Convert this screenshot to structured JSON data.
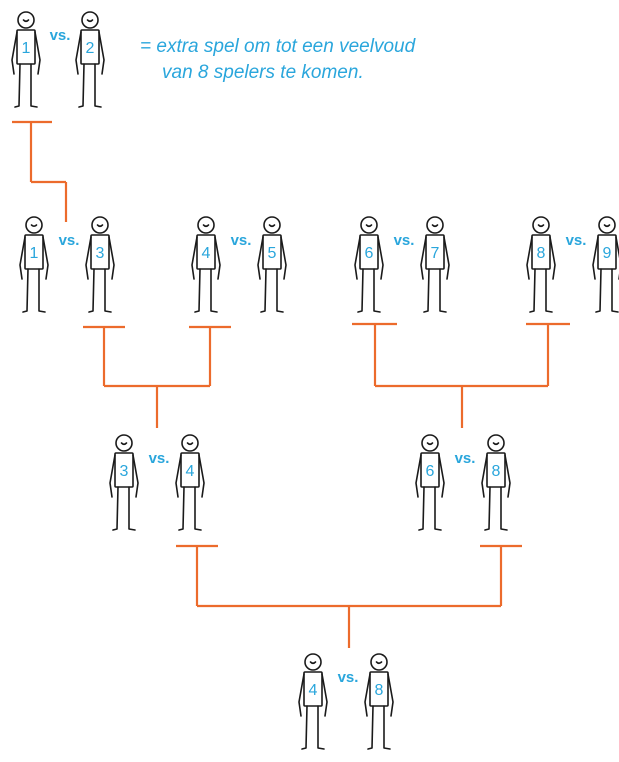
{
  "colors": {
    "bracket": "#ec6b2c",
    "label": "#2aa6dc",
    "ink": "#1a1a1a"
  },
  "vs_label": "vs.",
  "note": {
    "line1": "= extra spel om tot een veelvoud",
    "line2": "van 8 spelers te komen."
  },
  "matches": [
    {
      "round": "extra",
      "players": [
        "1",
        "2"
      ]
    },
    {
      "round": "round1",
      "players": [
        "1",
        "3"
      ]
    },
    {
      "round": "round1",
      "players": [
        "4",
        "5"
      ]
    },
    {
      "round": "round1",
      "players": [
        "6",
        "7"
      ]
    },
    {
      "round": "round1",
      "players": [
        "8",
        "9"
      ]
    },
    {
      "round": "round2",
      "players": [
        "3",
        "4"
      ]
    },
    {
      "round": "round2",
      "players": [
        "6",
        "8"
      ]
    },
    {
      "round": "final",
      "players": [
        "4",
        "8"
      ]
    }
  ]
}
